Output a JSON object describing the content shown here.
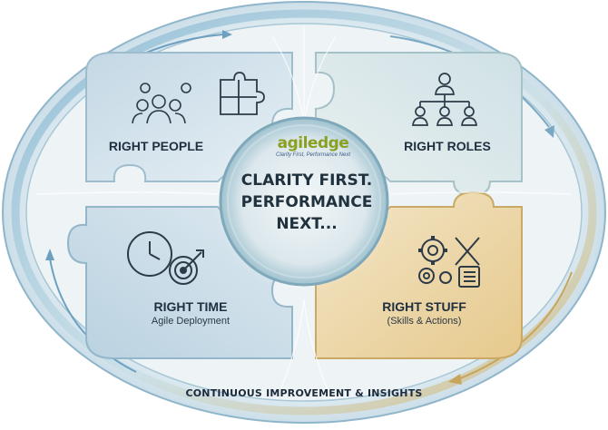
{
  "center": {
    "line1": "CLARITY FIRST.",
    "line2": "PERFORMANCE",
    "line3": "NEXT..."
  },
  "logo": {
    "word": "agiledge",
    "tagline": "Clarity First, Performance Next"
  },
  "quadrants": {
    "top_left": {
      "title": "RIGHT PEOPLE",
      "icons": [
        "team-icon",
        "puzzle-icon"
      ]
    },
    "top_right": {
      "title": "RIGHT ROLES",
      "icons": [
        "org-chart-icon"
      ]
    },
    "bottom_left": {
      "title": "RIGHT TIME",
      "subtitle": "Agile Deployment",
      "icons": [
        "clock-target-icon"
      ]
    },
    "bottom_right": {
      "title": "RIGHT STUFF",
      "subtitle": "(Skills & Actions)",
      "icons": [
        "gears-tools-checklist-icon"
      ]
    }
  },
  "footer": {
    "caption": "CONTINUOUS IMPROVEMENT & INSIGHTS"
  },
  "colors": {
    "ring_blue": "#7fb3d0",
    "ring_gold": "#d9b870",
    "piece_blue": "#d3e4ee",
    "piece_gold": "#eedcb3",
    "text_dark": "#1f2f3f",
    "logo_green": "#8aa021"
  }
}
